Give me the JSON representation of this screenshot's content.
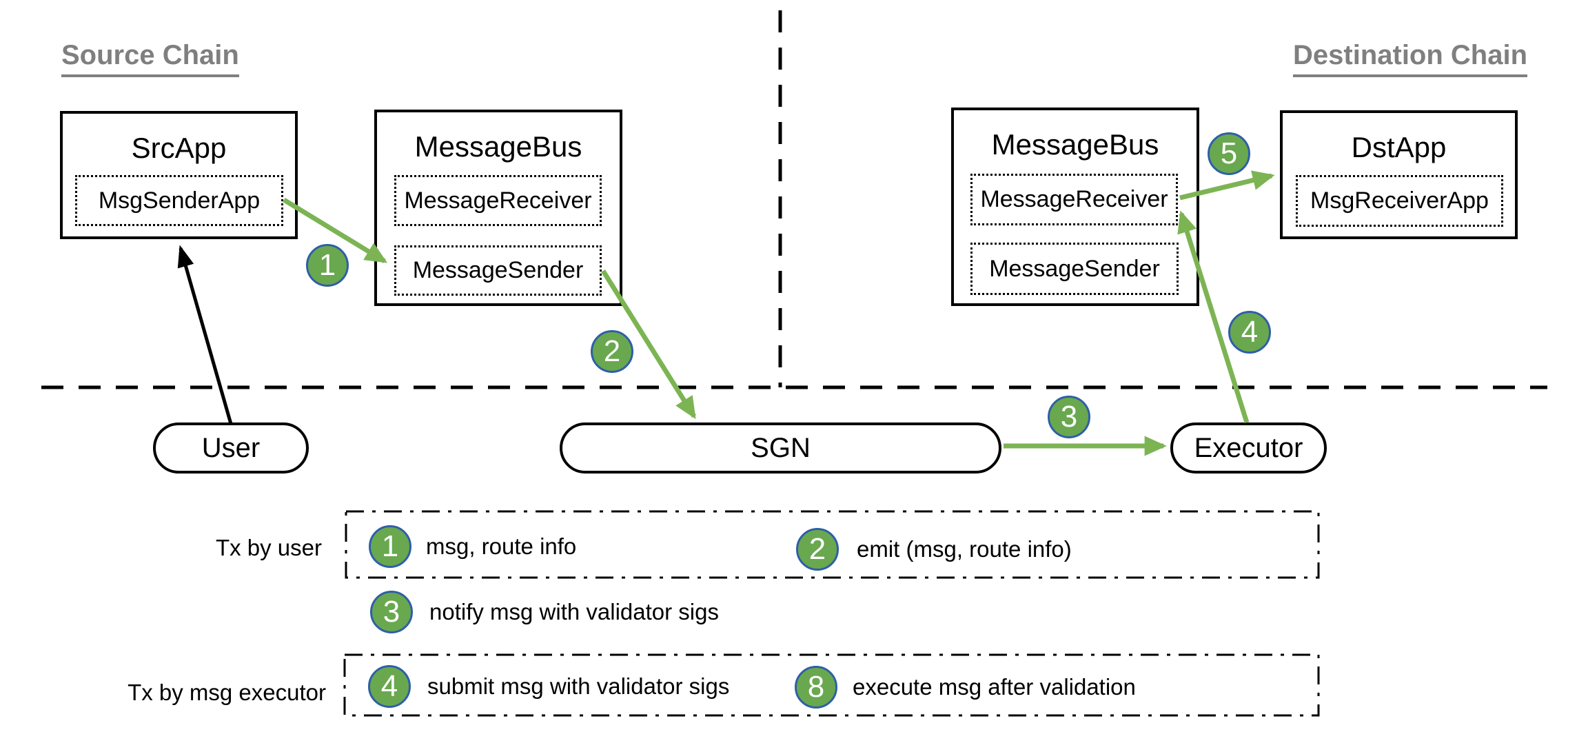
{
  "headers": {
    "source": "Source Chain",
    "destination": "Destination Chain"
  },
  "nodes": {
    "src_app": {
      "title": "SrcApp",
      "child": "MsgSenderApp"
    },
    "src_bus": {
      "title": "MessageBus",
      "receiver": "MessageReceiver",
      "sender": "MessageSender"
    },
    "dst_bus": {
      "title": "MessageBus",
      "receiver": "MessageReceiver",
      "sender": "MessageSender"
    },
    "dst_app": {
      "title": "DstApp",
      "child": "MsgReceiverApp"
    },
    "user": "User",
    "sgn": "SGN",
    "executor": "Executor"
  },
  "flow_badges": {
    "b1": "1",
    "b2": "2",
    "b3": "3",
    "b4": "4",
    "b5": "5"
  },
  "legend": {
    "row1_label": "Tx by user",
    "row2_label": "Tx by msg executor",
    "items": [
      {
        "num": "1",
        "text": "msg, route info"
      },
      {
        "num": "2",
        "text": "emit (msg, route info)"
      },
      {
        "num": "3",
        "text": "notify msg with validator sigs"
      },
      {
        "num": "4",
        "text": "submit msg with validator sigs"
      },
      {
        "num": "8",
        "text": "execute msg after validation"
      }
    ]
  },
  "colors": {
    "badge_green": "#69a84f",
    "badge_ring_blue": "#2e5fa6",
    "arrow_green": "#7cb454",
    "title_gray": "#7f7f7f",
    "line_black": "#000000"
  }
}
